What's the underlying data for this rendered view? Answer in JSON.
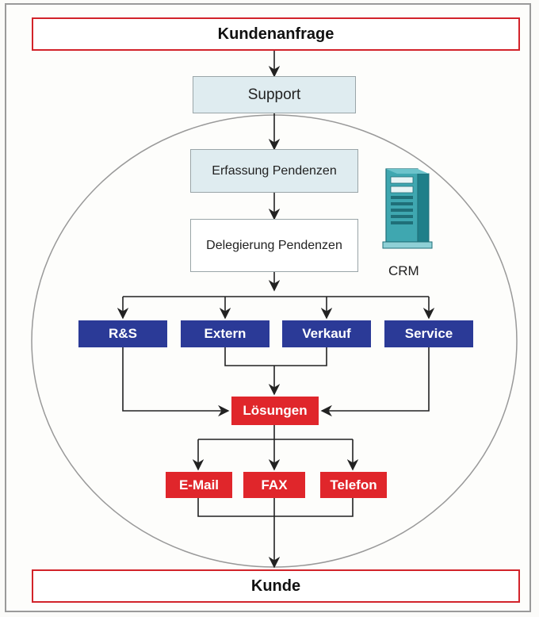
{
  "diagram": {
    "top_box": "Kundenanfrage",
    "support": "Support",
    "erfassung": "Erfassung Pendenzen",
    "delegierung": "Delegierung Pendenzen",
    "crm_label": "CRM",
    "departments": [
      "R&S",
      "Extern",
      "Verkauf",
      "Service"
    ],
    "loesungen": "Lösungen",
    "channels": [
      "E-Mail",
      "FAX",
      "Telefon"
    ],
    "bottom_box": "Kunde"
  },
  "colors": {
    "red": "#e0262b",
    "blue": "#2b3a97",
    "light_box": "#dfecf0",
    "line": "#222222"
  },
  "icons": [
    "server-icon"
  ]
}
